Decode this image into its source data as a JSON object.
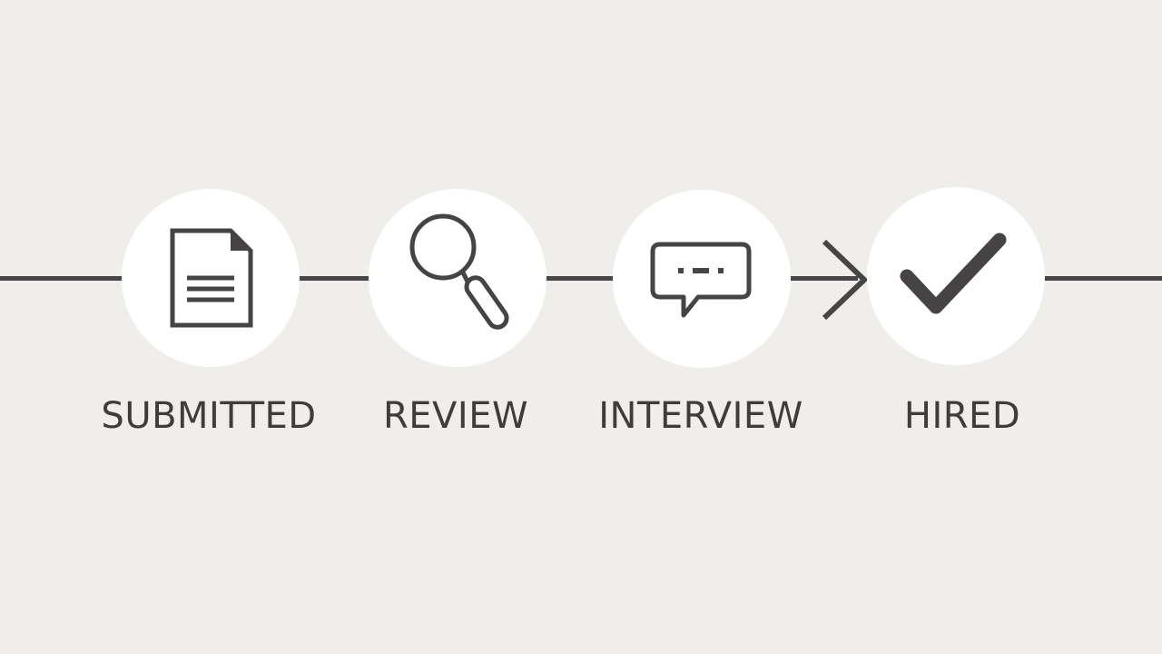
{
  "steps": [
    {
      "label": "SUBMITTED",
      "icon": "document-icon"
    },
    {
      "label": "REVIEW",
      "icon": "magnifying-glass-icon"
    },
    {
      "label": "INTERVIEW",
      "icon": "speech-bubble-icon"
    },
    {
      "label": "HIRED",
      "icon": "checkmark-icon"
    }
  ],
  "colors": {
    "background": "#efeeeb",
    "line": "#474545",
    "icon": "#454343",
    "circle": "#ffffff",
    "text": "#3e3d3c"
  }
}
